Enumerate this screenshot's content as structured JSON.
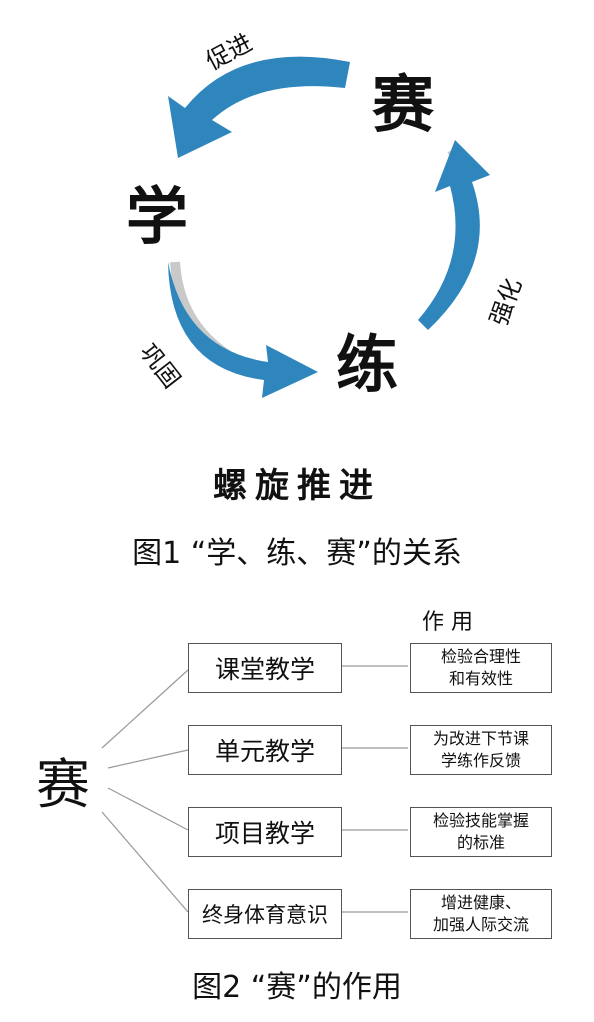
{
  "figure1": {
    "nodes": {
      "sai": "赛",
      "xue": "学",
      "lian": "练"
    },
    "arrows": {
      "cujin": "促进",
      "qianghua": "强化",
      "gonggu": "巩固"
    },
    "center_text": "螺旋推进",
    "caption": "图1 “学、练、赛”的关系",
    "colors": {
      "arrow_blue": "#2f86bd",
      "arrow_shadow": "#c9c9c9"
    }
  },
  "figure2": {
    "root": "赛",
    "header": "作 用",
    "rows": [
      {
        "item": "课堂教学",
        "effect_line1": "检验合理性",
        "effect_line2": "和有效性"
      },
      {
        "item": "单元教学",
        "effect_line1": "为改进下节课",
        "effect_line2": "学练作反馈"
      },
      {
        "item": "项目教学",
        "effect_line1": "检验技能掌握",
        "effect_line2": "的标准"
      },
      {
        "item": "终身体育意识",
        "effect_line1": "增进健康、",
        "effect_line2": "加强人际交流"
      }
    ],
    "caption": "图2 “赛”的作用"
  }
}
